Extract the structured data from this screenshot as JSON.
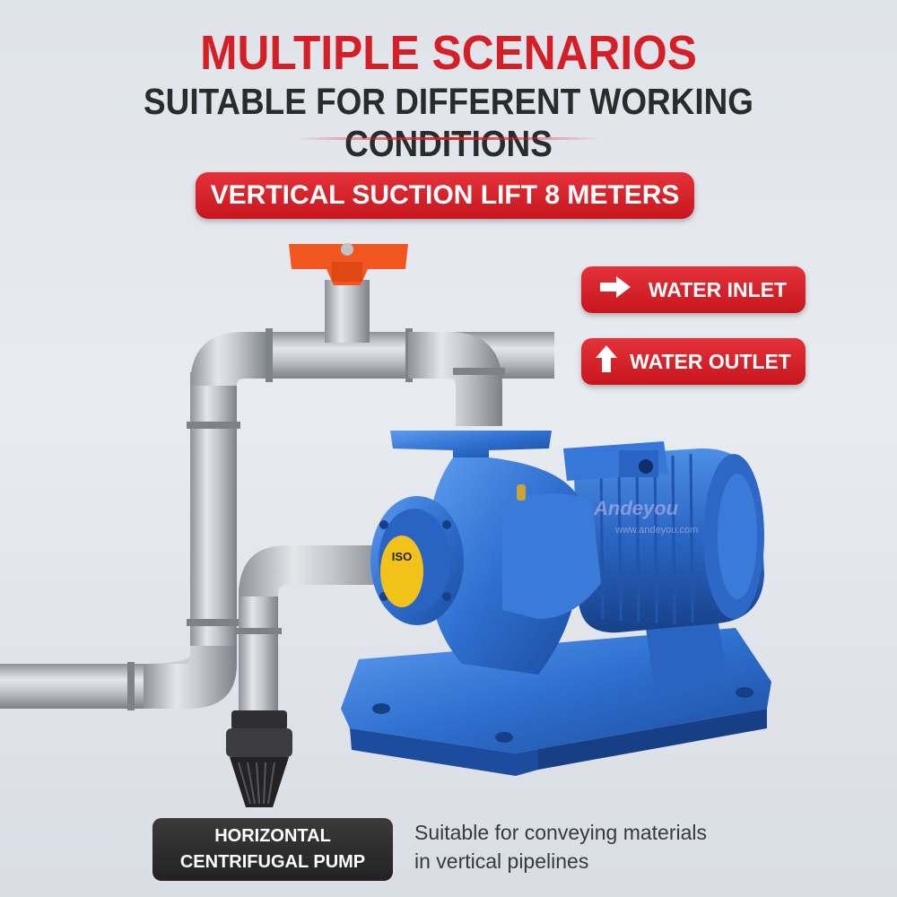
{
  "header": {
    "title": "MULTIPLE SCENARIOS",
    "subtitle": "SUITABLE FOR DIFFERENT WORKING CONDITIONS"
  },
  "badges": {
    "suction_lift": "VERTICAL SUCTION LIFT 8 METERS",
    "water_inlet": "WATER INLET",
    "water_outlet": "WATER OUTLET"
  },
  "caption": {
    "product_line1": "HORIZONTAL",
    "product_line2": "CENTRIFUGAL PUMP",
    "description_line1": "Suitable for conveying materials",
    "description_line2": "in vertical pipelines"
  },
  "watermark": {
    "brand": "Andeyou",
    "url": "www.andeyou.com"
  },
  "pump_label": "ISO",
  "colors": {
    "accent_red": "#d51f26",
    "pump_blue": "#2f6fcf",
    "pipe_steel": "#b9bcc2",
    "valve_orange": "#f0561e",
    "caption_dark": "#2b2b2b"
  },
  "icons": [
    "arrow-right-icon",
    "arrow-up-icon"
  ]
}
